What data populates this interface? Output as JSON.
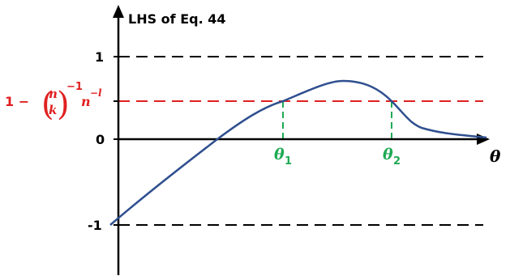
{
  "diagram": {
    "y_axis_label": "LHS of Eq. 44",
    "x_axis_label": "θ",
    "tick_labels": {
      "one": "1",
      "zero": "0",
      "minus_one": "-1"
    },
    "threshold_label": {
      "prefix": "1 −",
      "binom_top": "n",
      "binom_bottom": "k",
      "exp_minus_one": "−1",
      "n": "n",
      "exp_minus_l": "−l"
    },
    "markers": [
      {
        "sym": "θ",
        "sub": "1"
      },
      {
        "sym": "θ",
        "sub": "2"
      }
    ],
    "colors": {
      "axis": "#000000",
      "curve": "#2f4f8f",
      "threshold": "#e02020",
      "marker": "#1faa55",
      "dashed_reference": "#000000"
    }
  }
}
